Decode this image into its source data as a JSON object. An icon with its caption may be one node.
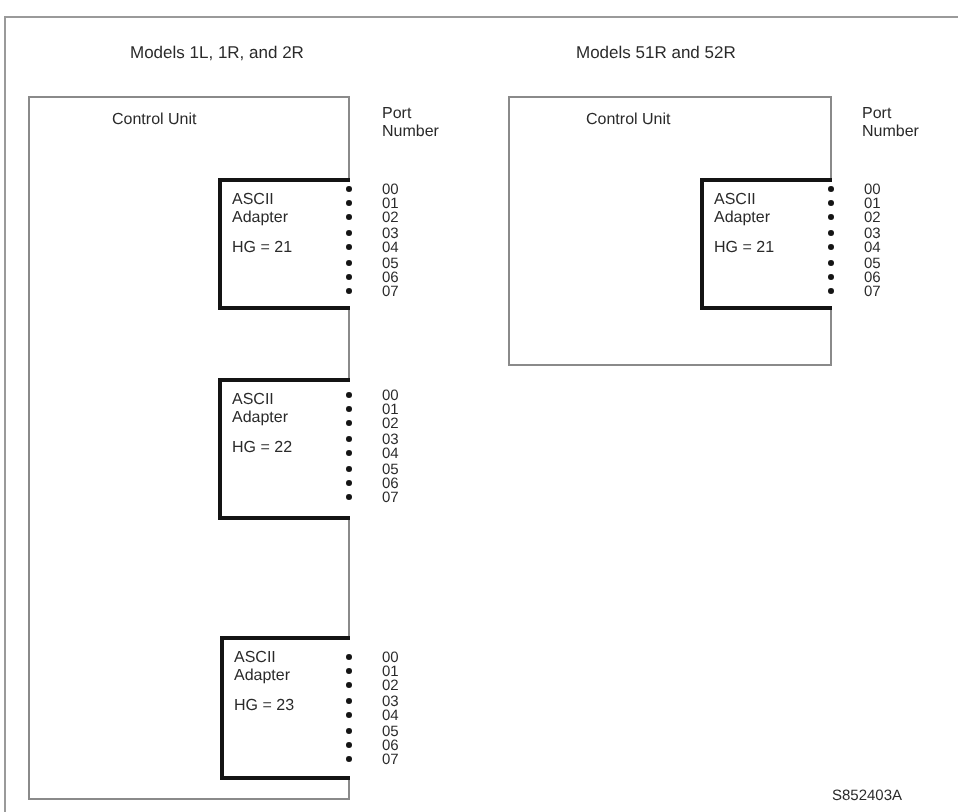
{
  "diagram": {
    "nodes": [
      {
        "text": [
          "Control Unit"
        ]
      },
      {
        "text": [
          "ASCII Adapter",
          "HG = 21"
        ],
        "in": 0,
        "beside": [
          "00",
          "01",
          "02",
          "03",
          "04",
          "05",
          "06",
          "07"
        ]
      },
      {
        "text": [
          "ASCII Adapter",
          "HG = 22"
        ],
        "in": 0,
        "beside": [
          "00",
          "01",
          "02",
          "03",
          "04",
          "05",
          "06",
          "07"
        ]
      },
      {
        "text": [
          "ASCII Adapter",
          "HG = 23"
        ],
        "in": 0,
        "beside": [
          "00",
          "01",
          "02",
          "03",
          "04",
          "05",
          "06",
          "07"
        ]
      },
      {
        "text": [
          "Control Unit"
        ]
      },
      {
        "text": [
          "ASCII Adapter",
          "HG = 21"
        ],
        "in": 4,
        "beside": [
          "00",
          "01",
          "02",
          "03",
          "04",
          "05",
          "06",
          "07"
        ]
      }
    ],
    "labels": [
      "Models 1L, 1R, and 2R",
      "Models 51R and 52R",
      "Port Number",
      "Port Number",
      "S852403A"
    ]
  }
}
